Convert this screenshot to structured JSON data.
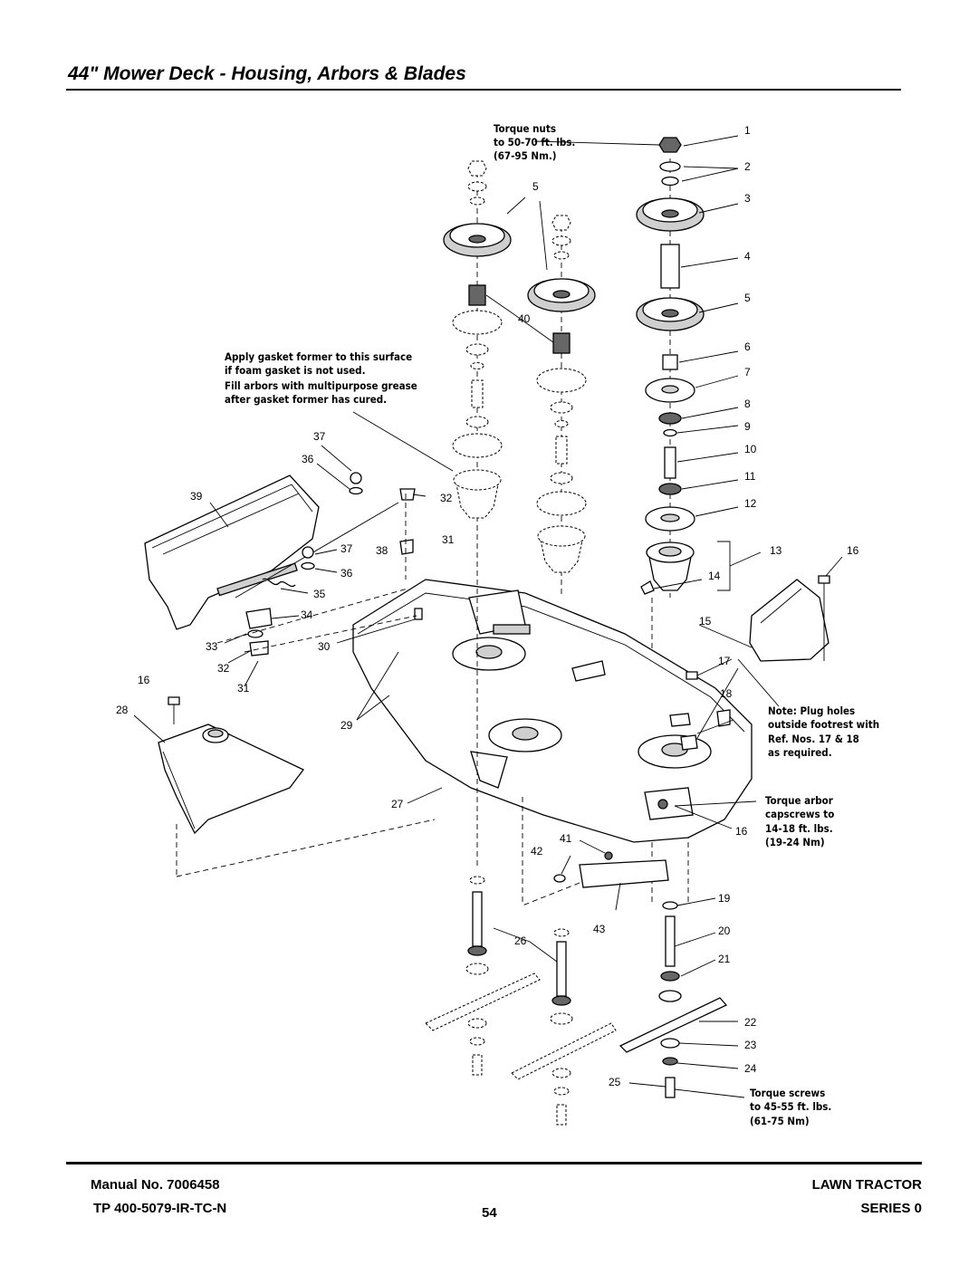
{
  "header": {
    "title": "44\" Mower Deck - Housing, Arbors & Blades"
  },
  "notes": {
    "torque_nuts": [
      "Torque nuts",
      "to 50-70 ft. lbs.",
      "(67-95 Nm.)"
    ],
    "gasket": [
      "Apply gasket former to this surface",
      "if foam gasket is not used.",
      "Fill arbors with multipurpose grease",
      "after gasket former has cured."
    ],
    "plug_holes": [
      "Note: Plug holes",
      "outside footrest with",
      "Ref. Nos. 17 & 18",
      "as required."
    ],
    "torque_arbor": [
      "Torque arbor",
      "capscrews to",
      "14-18 ft. lbs.",
      "(19-24 Nm)"
    ],
    "torque_screws": [
      "Torque screws",
      "to 45-55 ft. lbs.",
      "(61-75 Nm)"
    ]
  },
  "callouts": {
    "c1": "1",
    "c2": "2",
    "c3": "3",
    "c4": "4",
    "c5": "5",
    "c5b": "5",
    "c6": "6",
    "c7": "7",
    "c8": "8",
    "c9": "9",
    "c10": "10",
    "c11": "11",
    "c12": "12",
    "c13": "13",
    "c14": "14",
    "c15": "15",
    "c16a": "16",
    "c16b": "16",
    "c16c": "16",
    "c17": "17",
    "c18": "18",
    "c19": "19",
    "c20": "20",
    "c21": "21",
    "c22": "22",
    "c23": "23",
    "c24": "24",
    "c25": "25",
    "c26": "26",
    "c27": "27",
    "c28": "28",
    "c29": "29",
    "c30": "30",
    "c31a": "31",
    "c31b": "31",
    "c32a": "32",
    "c32b": "32",
    "c33": "33",
    "c34": "34",
    "c35": "35",
    "c36a": "36",
    "c36b": "36",
    "c37a": "37",
    "c37b": "37",
    "c38": "38",
    "c39": "39",
    "c40": "40",
    "c41": "41",
    "c42": "42",
    "c43": "43"
  },
  "footer": {
    "manual": "Manual No.  7006458",
    "tp": "TP 400-5079-IR-TC-N",
    "page": "54",
    "product": "LAWN TRACTOR",
    "series": "SERIES 0"
  }
}
